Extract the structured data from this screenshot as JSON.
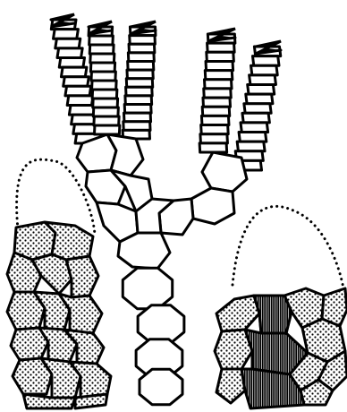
{
  "colors": {
    "ink": "#000000",
    "paper": "#ffffff"
  },
  "panels": [
    {
      "role": "branched cell filament",
      "fill": "plain",
      "branches": 5,
      "cells_per_branch": [
        13,
        12,
        13,
        13,
        13
      ],
      "trunk_cells": 6
    },
    {
      "role": "cell cluster with dotted outline",
      "fill": "stippled",
      "cells": 16
    },
    {
      "role": "cell cluster with dotted outline and central hatched cells",
      "fill": "stippled",
      "cells": 13,
      "hatched_cells": 3
    }
  ]
}
